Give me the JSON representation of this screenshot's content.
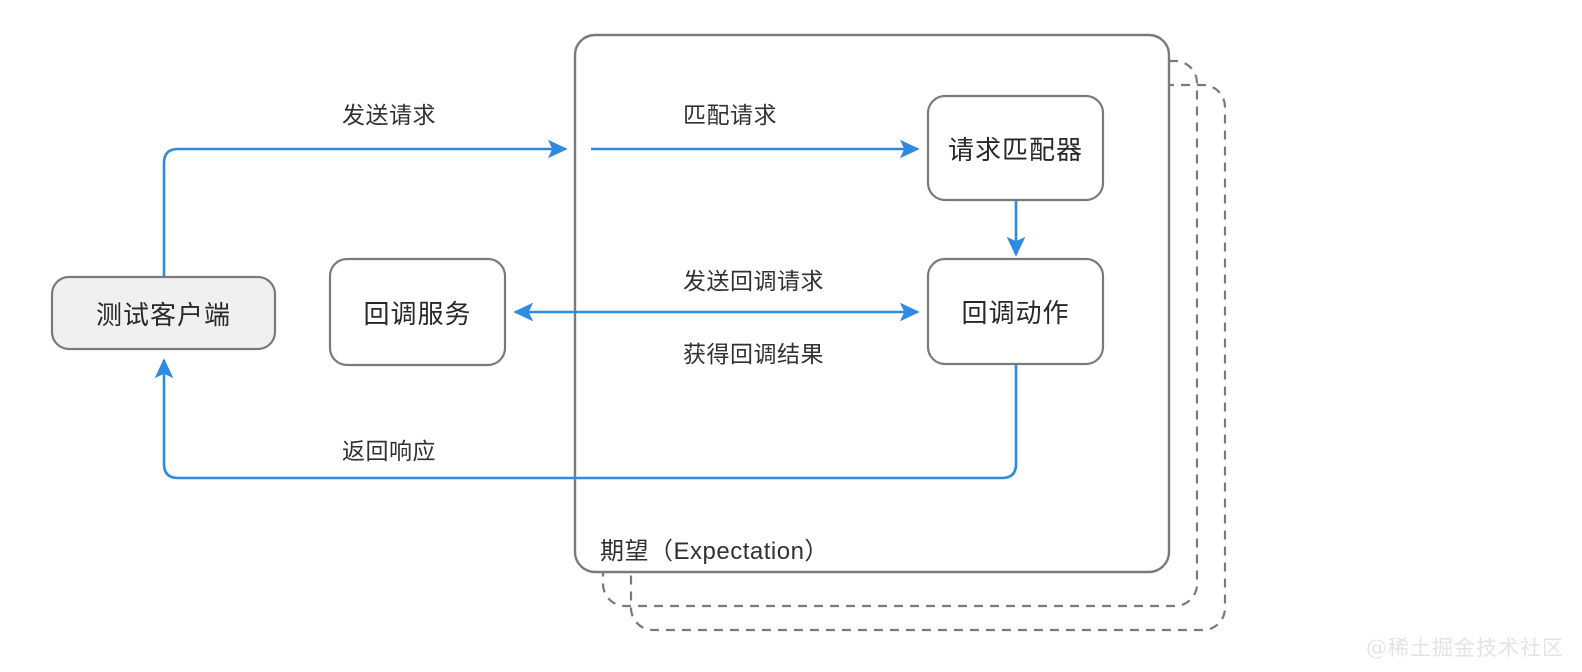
{
  "diagram": {
    "title_label": "期望（Expectation）",
    "colors": {
      "arrow_blue": "#2f8ae0",
      "box_border_gray": "#7a7a7a",
      "box_fill_white": "#ffffff",
      "box_fill_gray": "#f0f0f0",
      "text_dark": "#26282b",
      "watermark_gray": "#e3e3e3"
    },
    "nodes": [
      {
        "id": "test-client",
        "label": "测试客户端",
        "fill": "gray"
      },
      {
        "id": "callback-service",
        "label": "回调服务",
        "fill": "white"
      },
      {
        "id": "request-matcher",
        "label": "请求匹配器",
        "fill": "white"
      },
      {
        "id": "callback-action",
        "label": "回调动作",
        "fill": "white"
      }
    ],
    "edges": [
      {
        "id": "send-request",
        "label": "发送请求",
        "from": "test-client",
        "to": "expectation-group",
        "direction": "forward"
      },
      {
        "id": "match-request",
        "label": "匹配请求",
        "from": "expectation-group",
        "to": "request-matcher",
        "direction": "forward"
      },
      {
        "id": "matcher-to-action",
        "label": "",
        "from": "request-matcher",
        "to": "callback-action",
        "direction": "forward"
      },
      {
        "id": "send-callback-request",
        "label": "发送回调请求",
        "from": "callback-action",
        "to": "callback-service",
        "direction": "both"
      },
      {
        "id": "get-callback-result",
        "label": "获得回调结果",
        "from": "callback-service",
        "to": "callback-action",
        "direction": "both"
      },
      {
        "id": "return-response",
        "label": "返回响应",
        "from": "callback-action",
        "to": "test-client",
        "direction": "forward"
      }
    ],
    "groups": [
      {
        "id": "expectation-primary",
        "style": "solid"
      },
      {
        "id": "expectation-stack-1",
        "style": "dashed"
      },
      {
        "id": "expectation-stack-2",
        "style": "dashed"
      }
    ],
    "watermark": "@稀土掘金技术社区"
  }
}
